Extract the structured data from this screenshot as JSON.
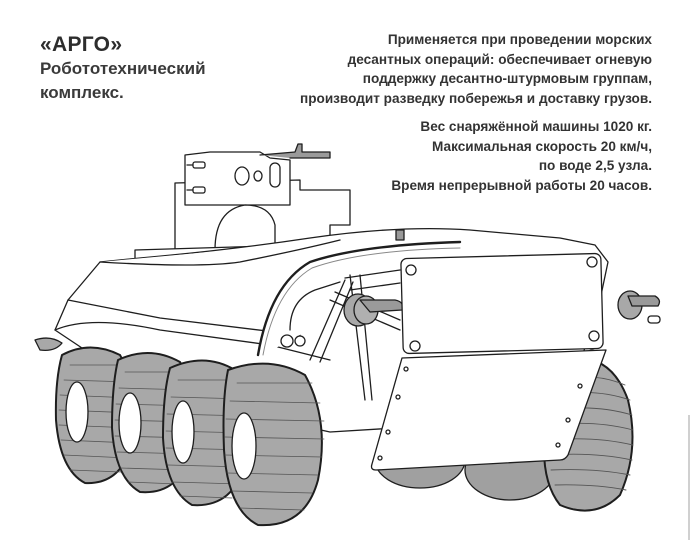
{
  "header": {
    "title": "«АРГО»",
    "subtitle_lines": [
      "Робототехнический",
      "комплекс."
    ]
  },
  "description": {
    "lines": [
      "Применяется при проведении морских",
      "десантных операций: обеспечивает огневую",
      "поддержку десантно-штурмовым группам,",
      "производит разведку побережья и доставку грузов."
    ]
  },
  "specs": {
    "lines": [
      "Вес снаряжённой машины 1020 кг.",
      "Максимальная скорость 20 км/ч,",
      "по воде 2,5 узла.",
      "Время непрерывной работы 20 часов."
    ]
  },
  "illustration": {
    "subject": "robotic-amphibious-vehicle",
    "wheel_count_visible": 8,
    "colors": {
      "outline": "#1e1e1e",
      "tire": "#a8a8a8",
      "tire_dark": "#8c8c8c",
      "body": "#ffffff"
    }
  }
}
